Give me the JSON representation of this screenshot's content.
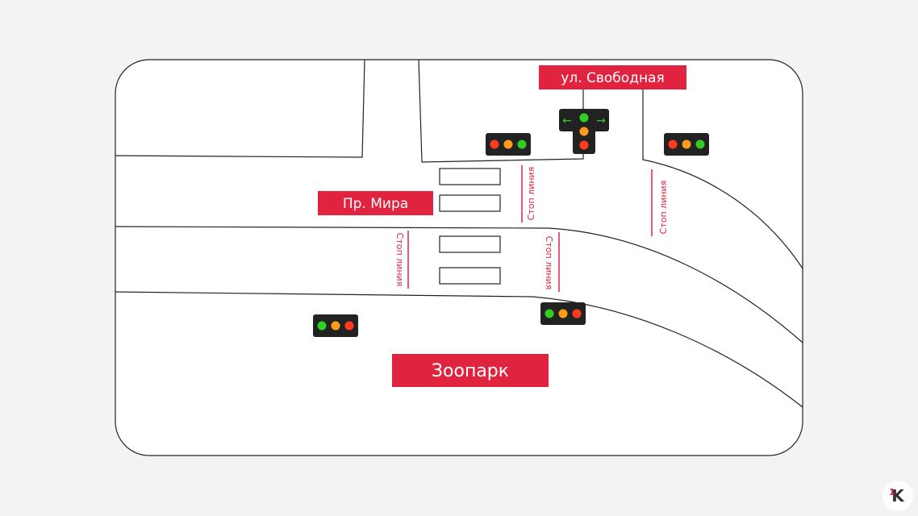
{
  "colors": {
    "background": "#f3f3f3",
    "map_fill": "#ffffff",
    "line": "#222222",
    "accent": "#e0243f",
    "signal_body": "#222222",
    "signal_red": "#ff3b1f",
    "signal_orange": "#ff9a1a",
    "signal_green": "#33cc22"
  },
  "labels": {
    "street_top": "ул. Свободная",
    "street_left": "Пр. Мира",
    "zoo": "Зоопарк"
  },
  "stop_lines": [
    "Стоп линия",
    "Стоп линия",
    "Стоп линия",
    "Стоп линия"
  ],
  "arrow_signal": {
    "left_arrow": "←",
    "right_arrow": "→"
  },
  "traffic_lights": [
    {
      "name": "signal-top-left",
      "lamps": [
        "red",
        "orange",
        "green"
      ]
    },
    {
      "name": "signal-top-right",
      "lamps": [
        "red",
        "orange",
        "green"
      ]
    },
    {
      "name": "signal-bottom-left",
      "lamps": [
        "green",
        "orange",
        "red"
      ]
    },
    {
      "name": "signal-bottom-right",
      "lamps": [
        "green",
        "orange",
        "red"
      ]
    }
  ],
  "logo": {
    "superscript": "1",
    "letter": "K"
  }
}
